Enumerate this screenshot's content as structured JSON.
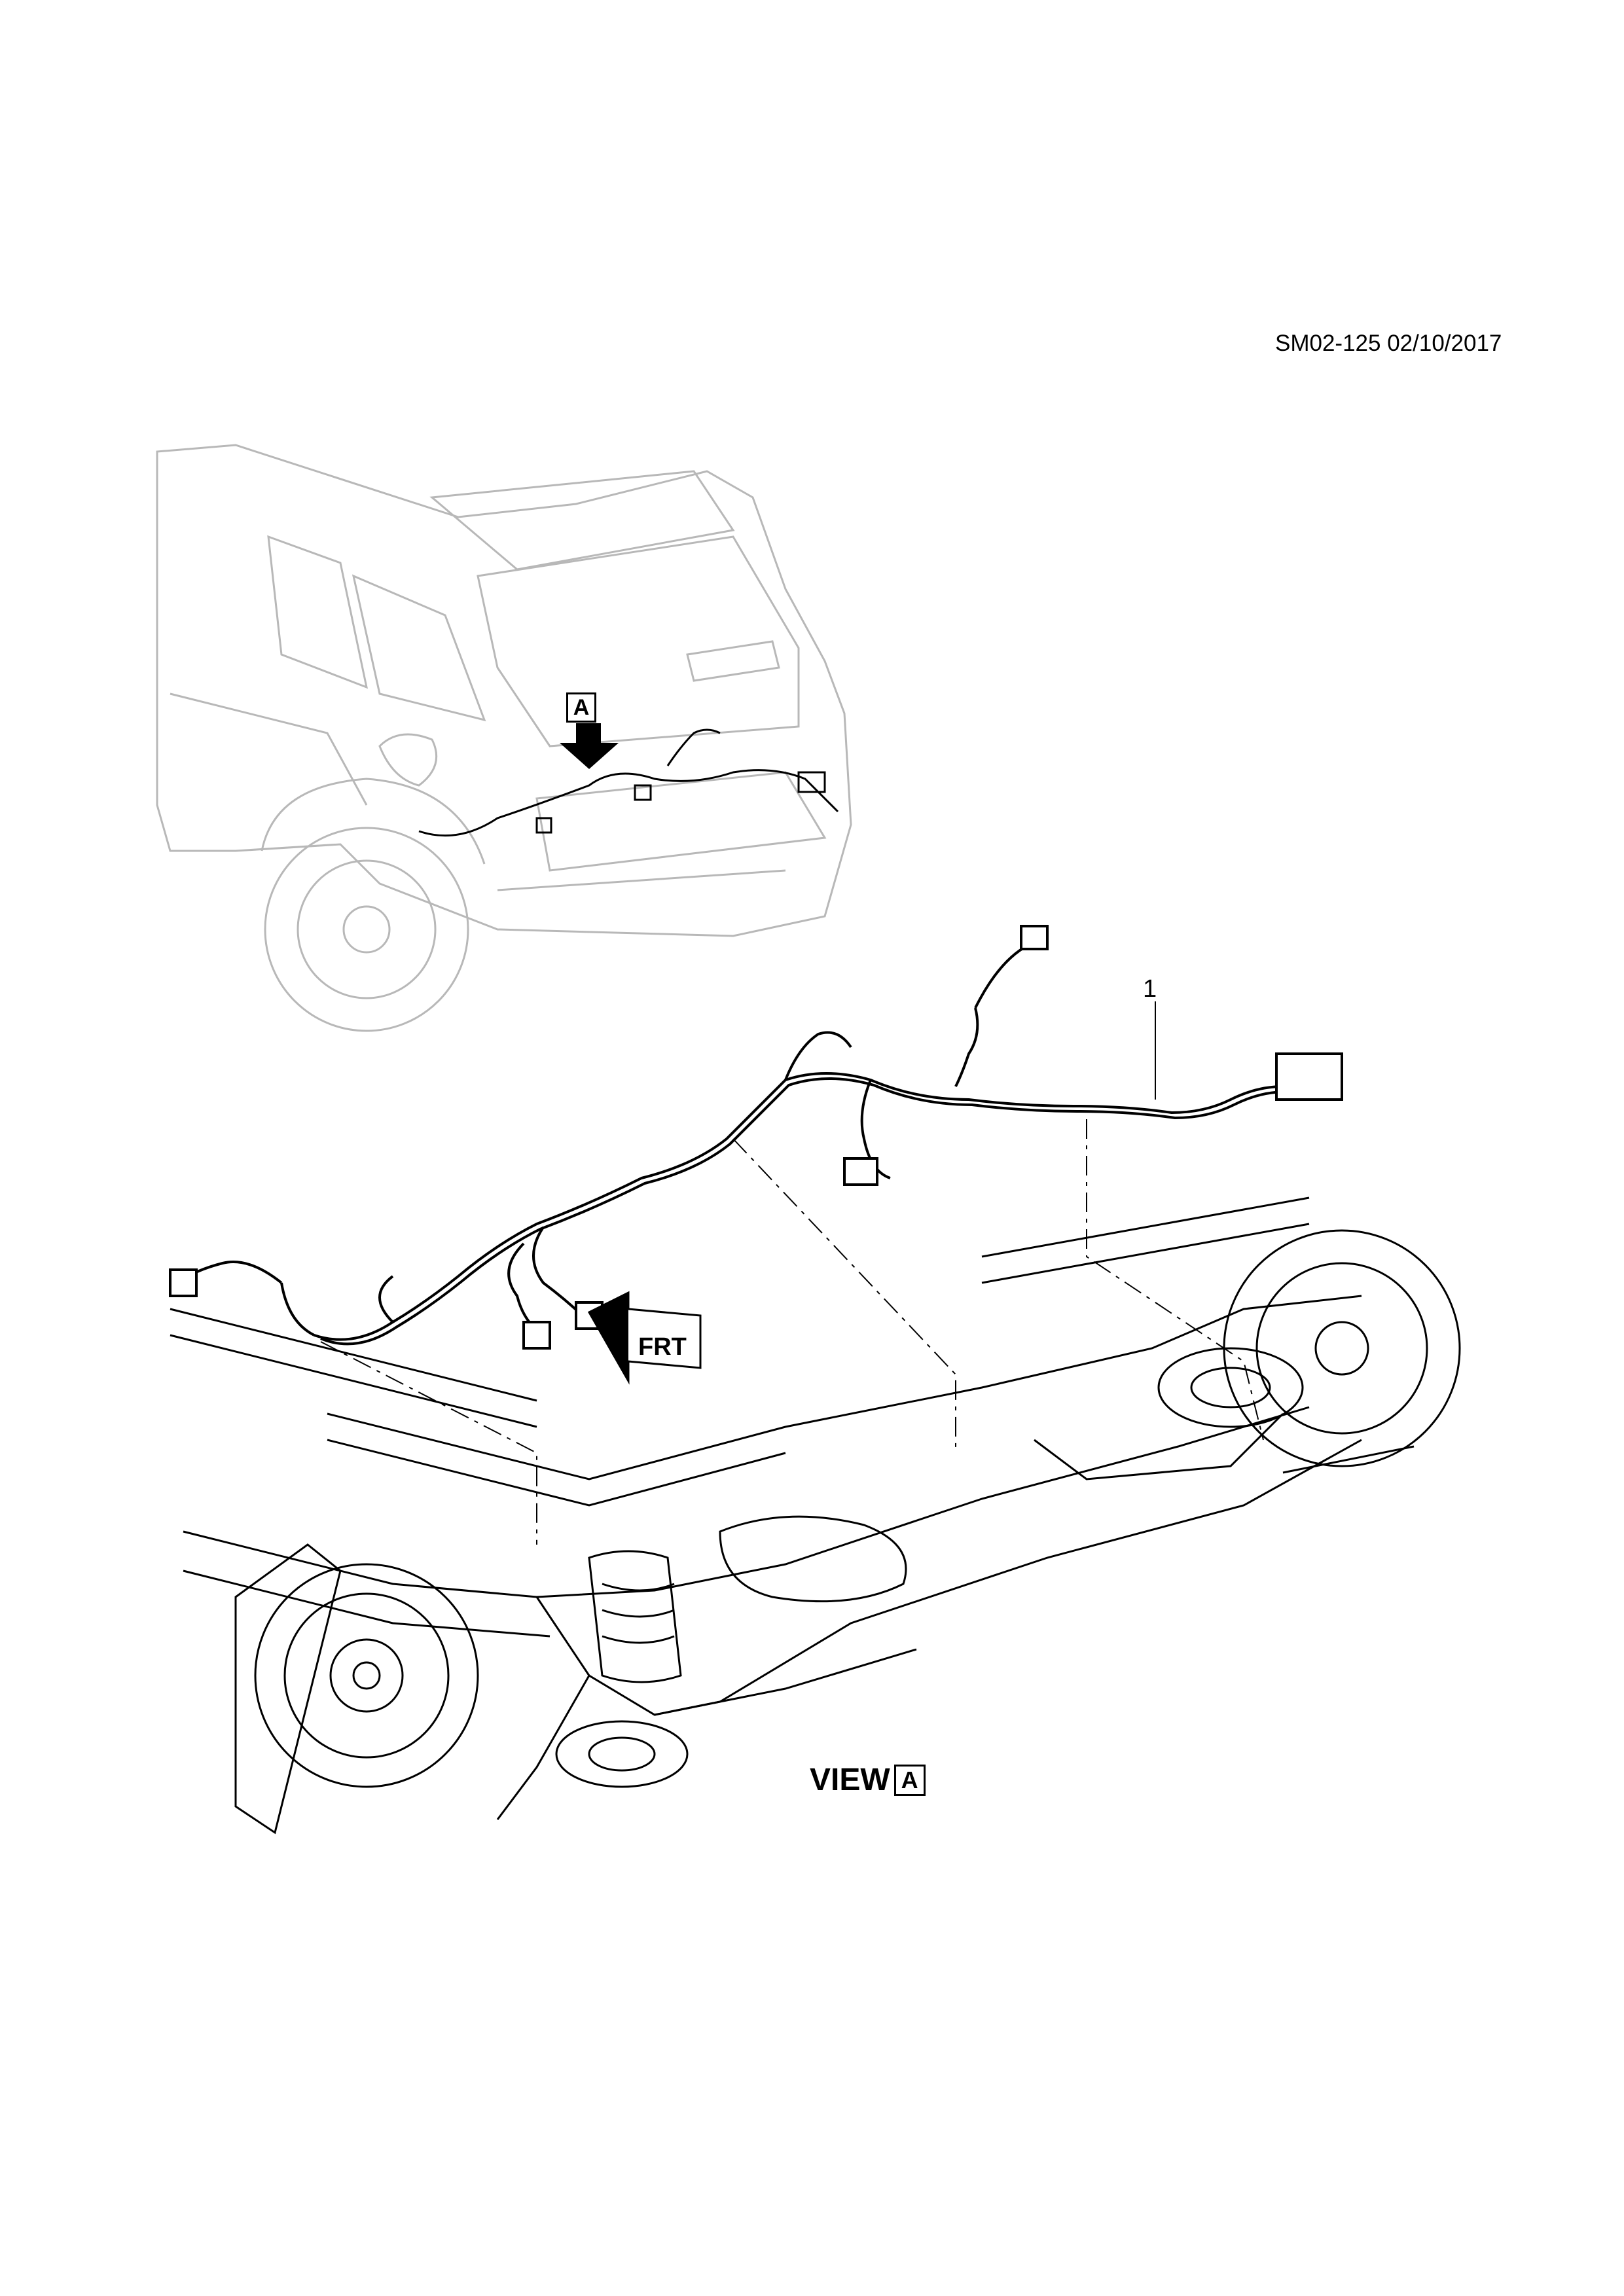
{
  "header": {
    "diagram_code": "SM02-125 02/10/2017"
  },
  "callouts": {
    "view_marker": "A",
    "item_number": "1"
  },
  "footer": {
    "view_word": "VIEW",
    "view_letter": "A"
  },
  "direction_badge": {
    "text": "FRT"
  }
}
